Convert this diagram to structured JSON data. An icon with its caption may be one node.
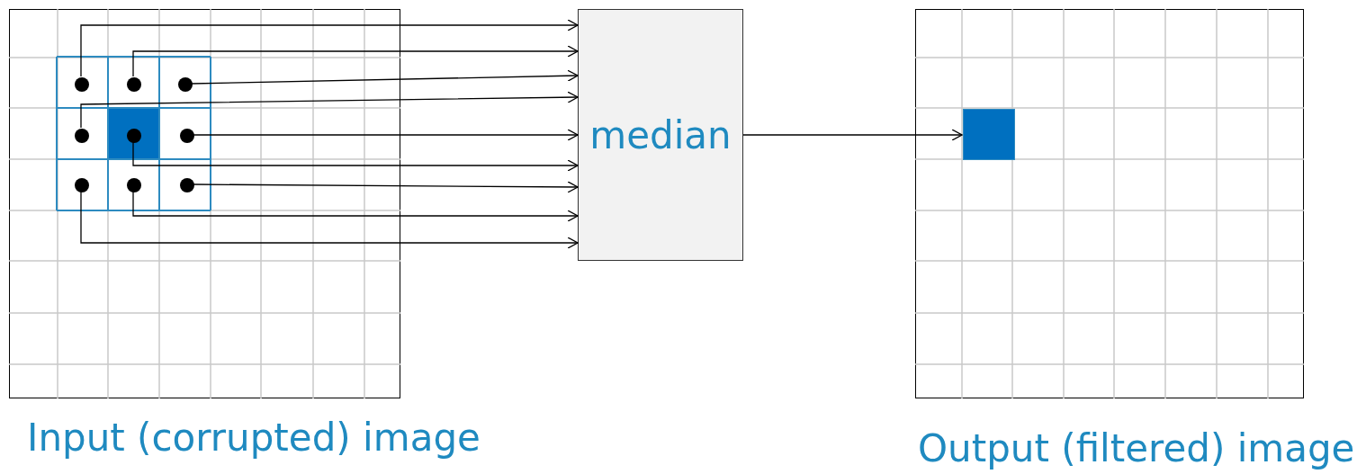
{
  "diagram": {
    "nodes": [
      {
        "text": [],
        "shape": "box",
        "beside": [
          "Input (corrupted) image"
        ]
      },
      {
        "text": [],
        "shape": "circle",
        "in": 0
      },
      {
        "text": [],
        "shape": "circle",
        "in": 0
      },
      {
        "text": [],
        "shape": "circle",
        "in": 0
      },
      {
        "text": [],
        "shape": "circle",
        "in": 0
      },
      {
        "text": [],
        "shape": "circle",
        "in": 0
      },
      {
        "text": [],
        "shape": "circle",
        "in": 0
      },
      {
        "text": [],
        "shape": "circle",
        "in": 0
      },
      {
        "text": [],
        "shape": "circle",
        "in": 0
      },
      {
        "text": [],
        "shape": "circle",
        "in": 0
      },
      {
        "text": [
          "median"
        ]
      },
      {
        "text": [],
        "shape": "box",
        "beside": [
          "Output (filtered) image"
        ]
      },
      {
        "text": [],
        "shape": "box",
        "in": 11
      }
    ],
    "edges": [
      {
        "from": 1,
        "to": 10,
        "arrow": "to"
      },
      {
        "from": 2,
        "to": 10,
        "arrow": "to"
      },
      {
        "from": 3,
        "to": 10,
        "arrow": "to"
      },
      {
        "from": 4,
        "to": 10,
        "arrow": "to"
      },
      {
        "from": 5,
        "to": 10,
        "arrow": "to"
      },
      {
        "from": 6,
        "to": 10,
        "arrow": "to"
      },
      {
        "from": 7,
        "to": 10,
        "arrow": "to"
      },
      {
        "from": 8,
        "to": 10,
        "arrow": "to"
      },
      {
        "from": 9,
        "to": 10,
        "arrow": "to"
      },
      {
        "from": 10,
        "to": 12,
        "arrow": "to"
      }
    ]
  }
}
